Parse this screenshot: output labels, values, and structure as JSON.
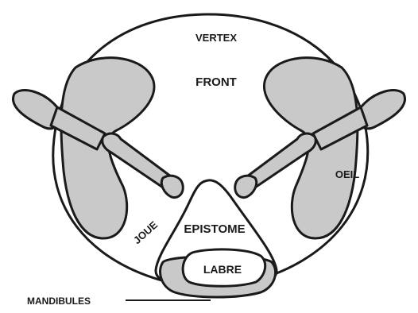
{
  "labels": {
    "vertex": "VERTEX",
    "front": "FRONT",
    "oeil": "OEIL",
    "joue": "JOUE",
    "epistome": "EPISTOME",
    "labre": "LABRE",
    "mandibules": "MANDIBULES"
  },
  "colors": {
    "outline": "#1a1a1a",
    "fill_grey": "#c9c9c9",
    "background": "#ffffff"
  }
}
